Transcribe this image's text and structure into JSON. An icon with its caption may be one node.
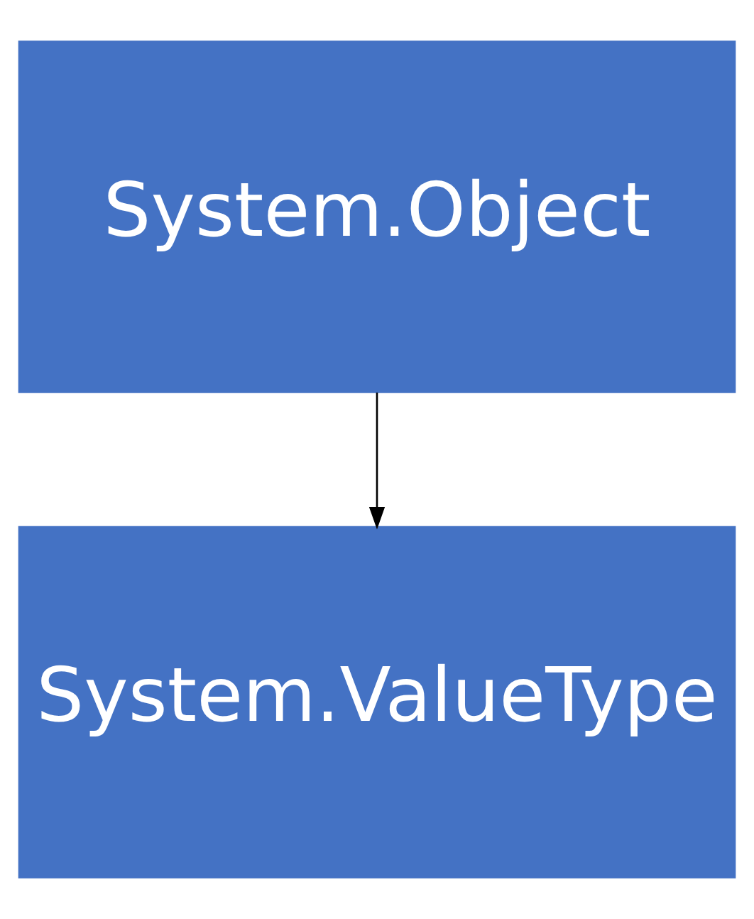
{
  "diagram": {
    "nodes": [
      {
        "text": [
          "System.Object"
        ]
      },
      {
        "text": [
          "System.ValueType"
        ]
      }
    ],
    "edges": [
      {
        "from": 0,
        "to": 1,
        "arrow": "to"
      }
    ]
  }
}
